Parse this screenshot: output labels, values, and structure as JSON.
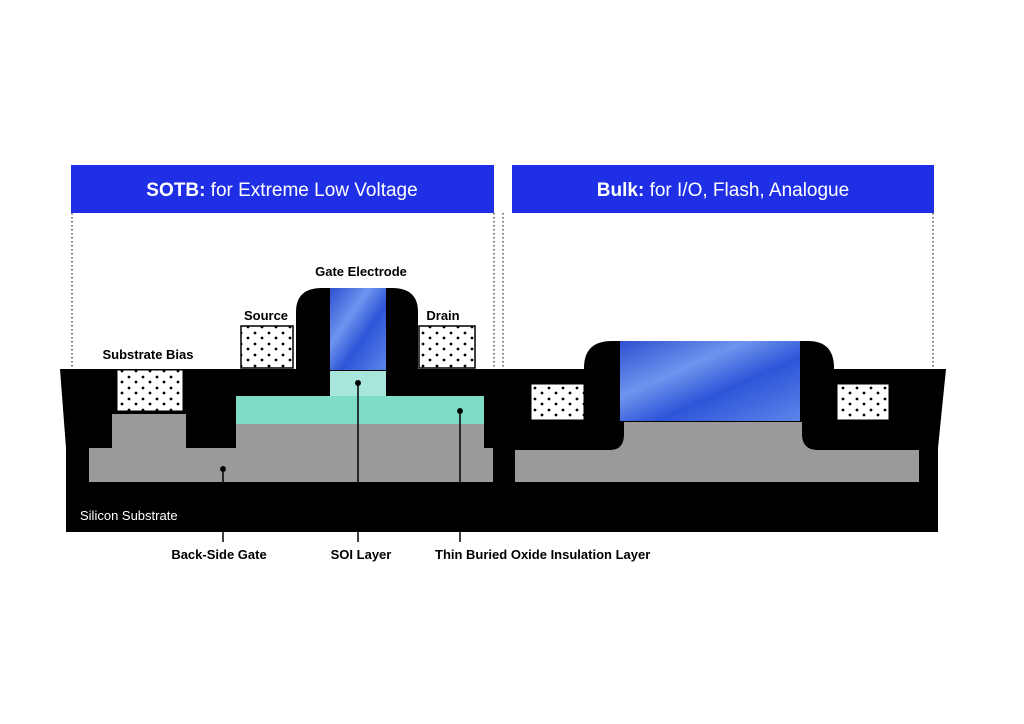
{
  "banners": {
    "sotb": {
      "bold": "SOTB:",
      "rest": " for Extreme Low Voltage"
    },
    "bulk": {
      "bold": "Bulk:",
      "rest": " for I/O, Flash, Analogue"
    }
  },
  "labels": {
    "gate_electrode": "Gate Electrode",
    "source": "Source",
    "drain": "Drain",
    "substrate_bias": "Substrate Bias",
    "silicon_substrate": "Silicon Substrate",
    "back_side_gate": "Back-Side Gate",
    "soi_layer": "SOI Layer",
    "thin_box": "Thin Buried Oxide Insulation Layer"
  },
  "colors": {
    "banner_blue": "#1f2fe6",
    "substrate_black": "#000000",
    "well_gray": "#9a9a9a",
    "soi_light": "#a7e6da",
    "box_teal": "#7fdcc6",
    "gate_blue": "#3a5fd6"
  }
}
